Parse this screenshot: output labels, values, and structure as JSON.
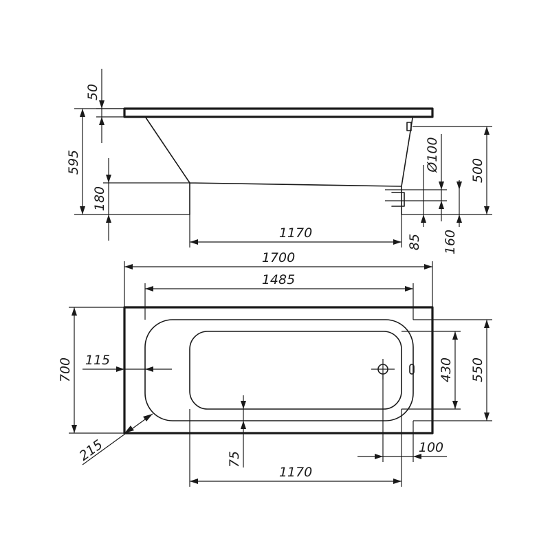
{
  "colors": {
    "line": "#1a1a1a",
    "background": "#ffffff"
  },
  "side_view": {
    "dims": {
      "rim_thickness": "50",
      "total_height": "595",
      "leg_height": "180",
      "drain_diameter": "Ø100",
      "depth": "500",
      "base_length": "1170",
      "drain_offset": "85",
      "drain_height": "160"
    }
  },
  "top_view": {
    "dims": {
      "total_length": "1700",
      "inner_length": "1485",
      "total_width": "700",
      "rim_side": "115",
      "inner_width": "550",
      "bottom_width": "430",
      "corner": "215",
      "bottom_offset": "75",
      "bottom_length": "1170",
      "drain_offset": "100"
    }
  }
}
